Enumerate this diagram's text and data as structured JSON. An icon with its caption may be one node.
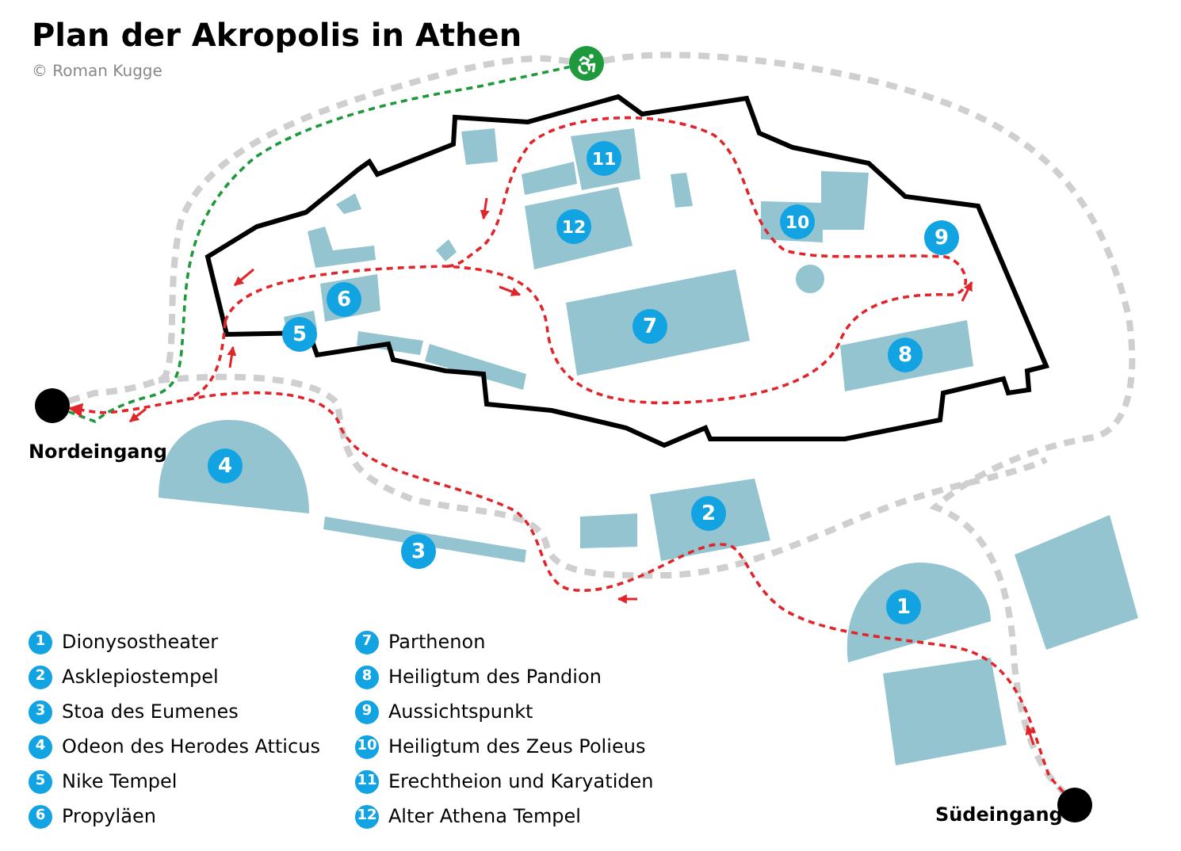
{
  "diagram": {
    "title": "Plan der Akropolis in Athen",
    "nodes": [
      {
        "text": [],
        "shape": "circle"
      },
      {
        "text": [
          "11"
        ]
      },
      {
        "text": [
          "12"
        ]
      },
      {
        "text": [
          "10"
        ]
      },
      {
        "text": [
          "9"
        ]
      },
      {
        "text": [
          "6"
        ]
      },
      {
        "text": [
          "7"
        ]
      },
      {
        "text": [
          "5"
        ]
      },
      {
        "text": [
          "8"
        ]
      },
      {
        "text": [],
        "shape": "circle",
        "beside": [
          "Nordeingang"
        ]
      },
      {
        "text": [
          "4"
        ]
      },
      {
        "text": [
          "2"
        ]
      },
      {
        "text": [
          "3"
        ]
      },
      {
        "text": [
          "1"
        ]
      },
      {
        "text": [],
        "shape": "circle",
        "beside": [
          "Südeingang"
        ]
      }
    ],
    "edges": [
      {
        "from": 9,
        "to": 0,
        "arrow": "none",
        "style": "dashed",
        "color": "#1e9a3c"
      },
      {
        "from": 9,
        "to": 0,
        "arrow": "none",
        "style": "dashed",
        "color": "#cfcfcf"
      },
      {
        "from": 0,
        "to": 14,
        "arrow": "none",
        "style": "dashed",
        "color": "#cfcfcf"
      },
      {
        "from": 14,
        "to": 9,
        "arrow": "to",
        "style": "dashed",
        "color": "#e0262b"
      }
    ],
    "labels": [
      "© Roman Kugge",
      "1",
      "2",
      "3",
      "4",
      "5",
      "6",
      "7",
      "8",
      "9",
      "10",
      "11",
      "12"
    ],
    "legend": [
      {
        "text": "Dionysostheater"
      },
      {
        "text": "Asklepiostempel"
      },
      {
        "text": "Stoa des Eumenes"
      },
      {
        "text": "Odeon des Herodes Atticus"
      },
      {
        "text": "Nike Tempel"
      },
      {
        "text": "Propyläen"
      },
      {
        "text": "Parthenon"
      },
      {
        "text": "Heiligtum des Pandion"
      },
      {
        "text": "Aussichtspunkt"
      },
      {
        "text": "Heiligtum des Zeus Polieus"
      },
      {
        "text": "Erechtheion und Karyatiden"
      },
      {
        "text": "Alter Athena Tempel"
      }
    ]
  }
}
